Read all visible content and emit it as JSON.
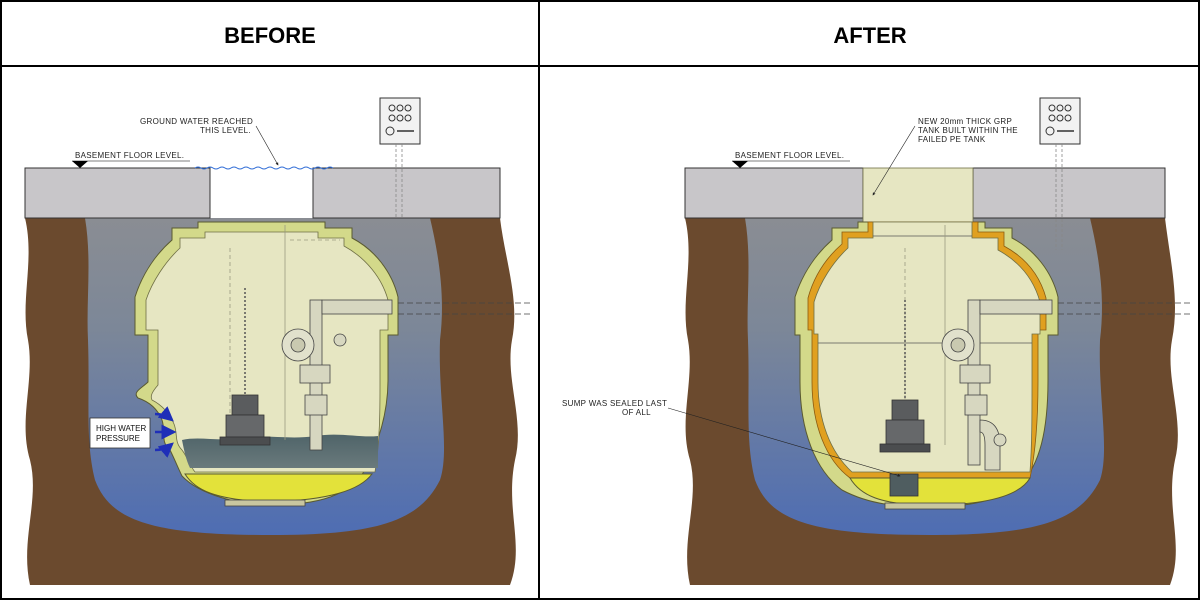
{
  "panels": {
    "before": {
      "header": "BEFORE",
      "floor_label": "BASEMENT FLOOR LEVEL.",
      "ground_water_label_1": "GROUND WATER REACHED",
      "ground_water_label_2": "THIS LEVEL.",
      "pressure_label_1": "HIGH WATER",
      "pressure_label_2": "PRESSURE"
    },
    "after": {
      "header": "AFTER",
      "floor_label": "BASEMENT FLOOR LEVEL.",
      "grp_label_1": "NEW 20mm THICK GRP",
      "grp_label_2": "TANK BUILT WITHIN THE",
      "grp_label_3": "FAILED PE TANK",
      "sump_label_1": "SUMP WAS SEALED LAST",
      "sump_label_2": "OF ALL"
    }
  },
  "colors": {
    "soil": "#6b4a2e",
    "concrete": "#c8c6c9",
    "tank_fill": "#e6e6c2",
    "tank_wall": "#d3d98a",
    "sump_yellow": "#e3e23a",
    "grp_orange": "#e0a020",
    "water_top": "#7a8a94",
    "water_bottom": "#4f6fb2",
    "arrow_blue": "#1f2fb8"
  }
}
